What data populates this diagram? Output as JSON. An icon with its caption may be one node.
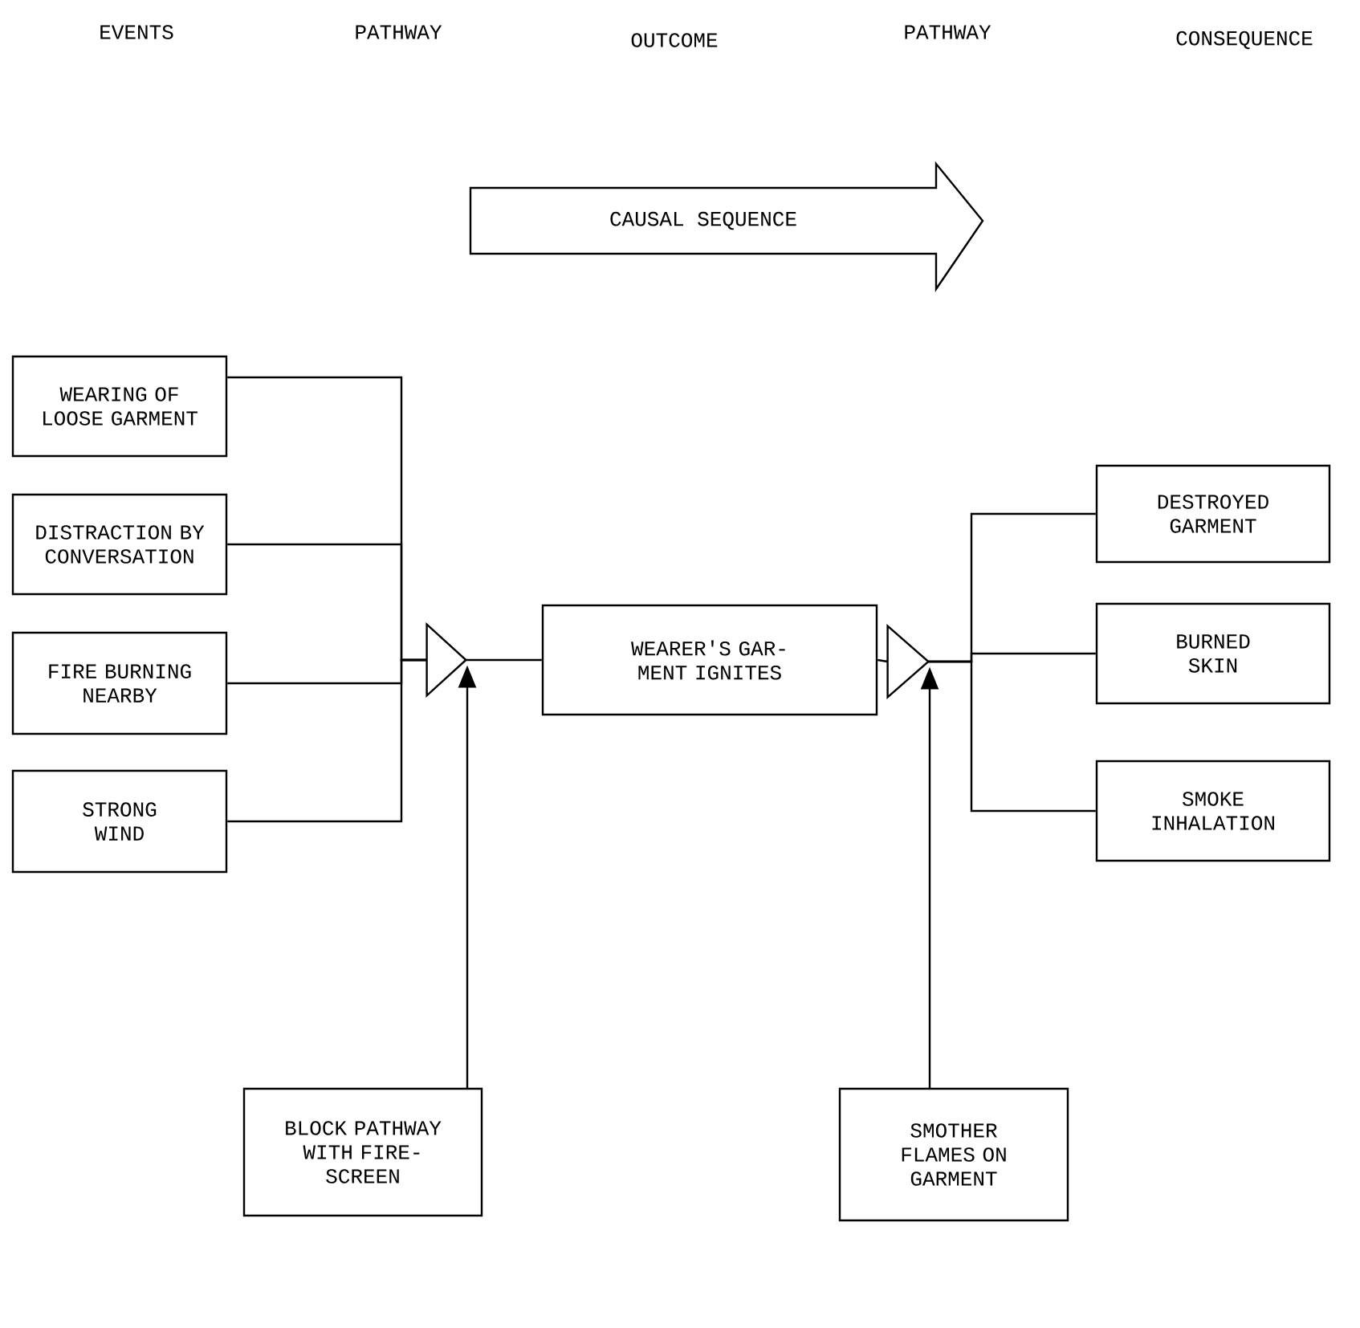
{
  "diagram": {
    "nodes": [
      {
        "text": [
          "CAUSAL SEQUENCE"
        ]
      },
      {
        "text": [
          "WEARING OF LOOSE GARMENT"
        ]
      },
      {
        "text": [
          "DISTRACTION BY CONVERSATION"
        ]
      },
      {
        "text": [
          "FIRE BURNING NEARBY"
        ]
      },
      {
        "text": [
          "STRONG WIND"
        ]
      },
      {
        "text": [],
        "shape": "triangle"
      },
      {
        "text": [
          "WEARER'S GAR- MENT IGNITES"
        ]
      },
      {
        "text": [],
        "shape": "triangle"
      },
      {
        "text": [
          "DESTROYED GARMENT"
        ]
      },
      {
        "text": [
          "BURNED SKIN"
        ]
      },
      {
        "text": [
          "SMOKE INHALATION"
        ]
      },
      {
        "text": [
          "BLOCK PATHWAY WITH FIRE- SCREEN"
        ]
      },
      {
        "text": [
          "SMOTHER FLAMES ON GARMENT"
        ]
      }
    ],
    "edges": [
      {
        "from": 1,
        "to": 5,
        "arrow": "none"
      },
      {
        "from": 2,
        "to": 5,
        "arrow": "none"
      },
      {
        "from": 3,
        "to": 5,
        "arrow": "none"
      },
      {
        "from": 4,
        "to": 5,
        "arrow": "none"
      },
      {
        "from": 5,
        "to": 6,
        "arrow": "none"
      },
      {
        "from": 11,
        "to": 5,
        "arrow": "to"
      },
      {
        "from": 6,
        "to": 7,
        "arrow": "none"
      },
      {
        "from": 7,
        "to": 8,
        "arrow": "none"
      },
      {
        "from": 7,
        "to": 9,
        "arrow": "none"
      },
      {
        "from": 7,
        "to": 10,
        "arrow": "none"
      },
      {
        "from": 12,
        "to": 7,
        "arrow": "to"
      }
    ],
    "labels": [
      "EVENTS",
      "PATHWAY",
      "OUTCOME",
      "PATHWAY",
      "CONSEQUENCE"
    ]
  }
}
